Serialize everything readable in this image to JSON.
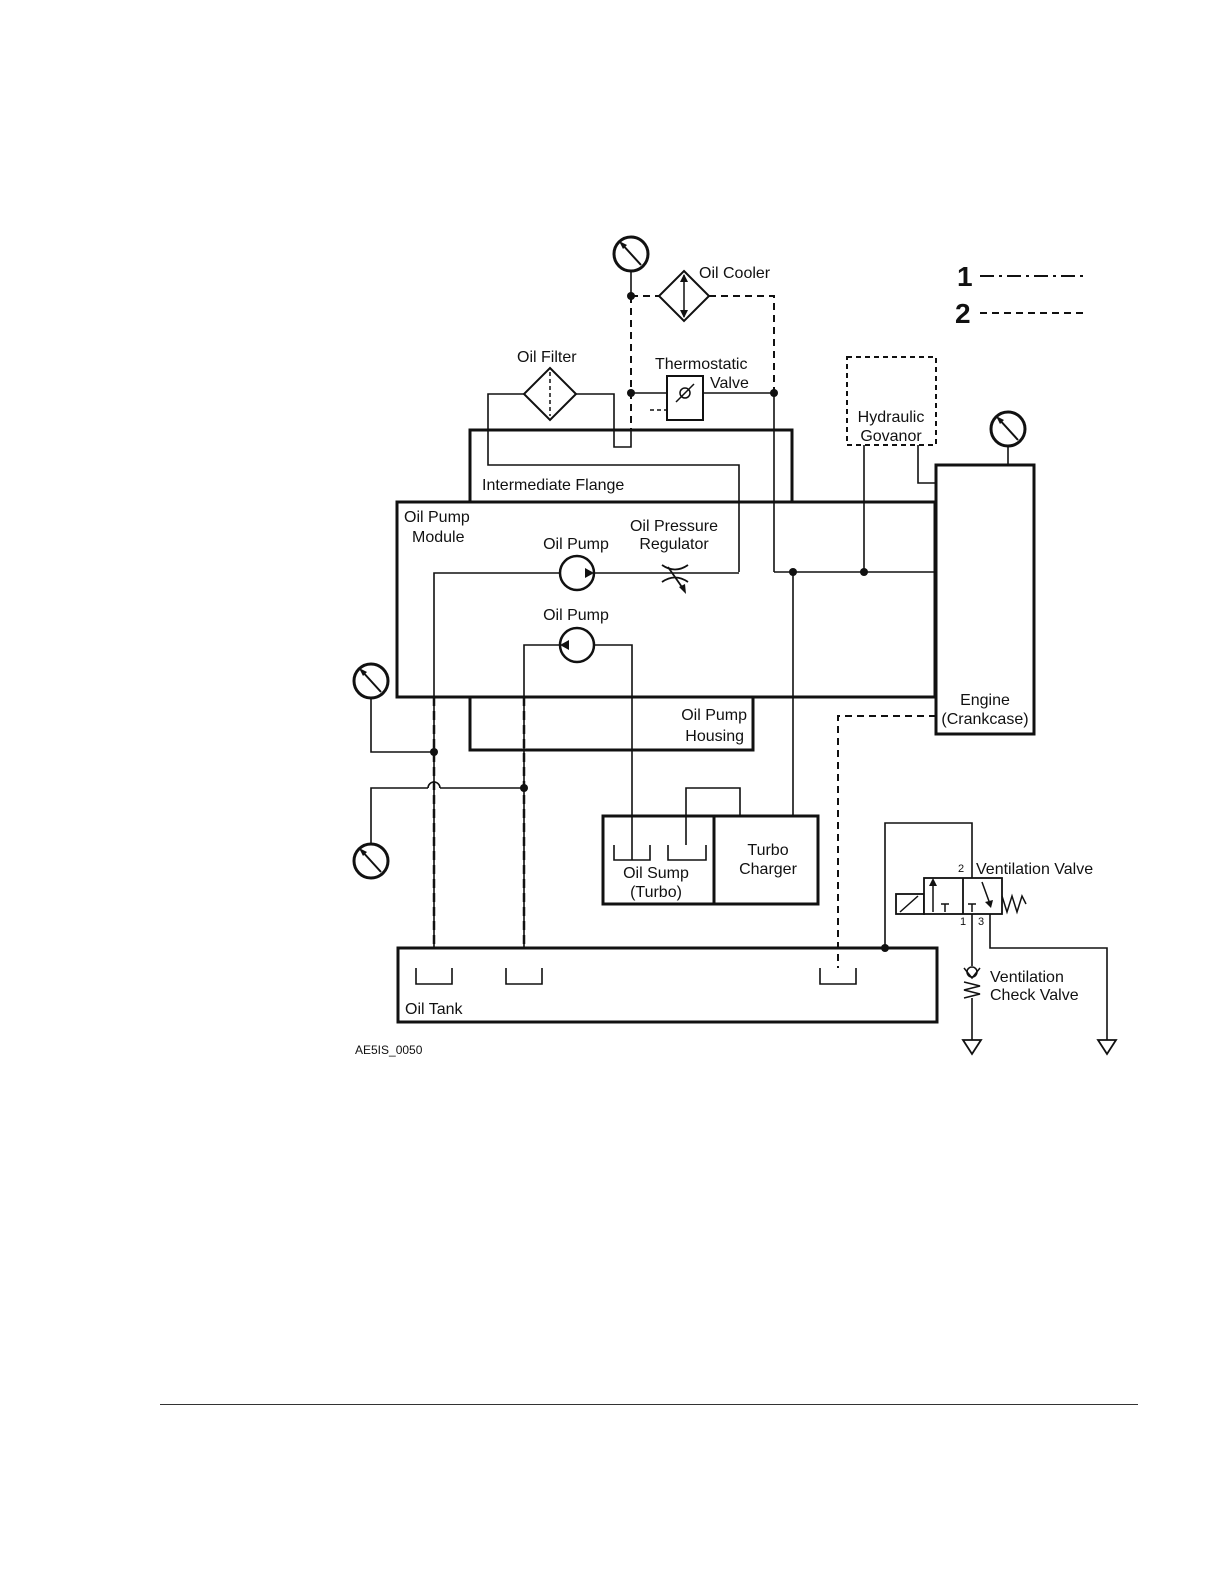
{
  "labels": {
    "oil_cooler": "Oil Cooler",
    "oil_filter": "Oil Filter",
    "thermostatic_valve_l1": "Thermostatic",
    "thermostatic_valve_l2": "Valve",
    "hydraulic_governor_l1": "Hydraulic",
    "hydraulic_governor_l2": "Govanor",
    "intermediate_flange": "Intermediate Flange",
    "oil_pump_module_l1": "Oil Pump",
    "oil_pump_module_l2": "Module",
    "oil_pump_upper": "Oil Pump",
    "oil_pump_lower": "Oil Pump",
    "oil_pressure_regulator_l1": "Oil Pressure",
    "oil_pressure_regulator_l2": "Regulator",
    "engine_l1": "Engine",
    "engine_l2": "(Crankcase)",
    "oil_pump_housing_l1": "Oil Pump",
    "oil_pump_housing_l2": "Housing",
    "turbo_charger_l1": "Turbo",
    "turbo_charger_l2": "Charger",
    "oil_sump_l1": "Oil Sump",
    "oil_sump_l2": "(Turbo)",
    "ventilation_valve": "Ventilation Valve",
    "ventilation_check_valve_l1": "Ventilation",
    "ventilation_check_valve_l2": "Check Valve",
    "oil_tank": "Oil Tank",
    "port_1": "1",
    "port_2": "2",
    "port_3": "3",
    "figure_code": "AE5IS_0050"
  },
  "legend": [
    {
      "number": "1",
      "line_style": "dash-dot"
    },
    {
      "number": "2",
      "line_style": "dashed"
    }
  ]
}
